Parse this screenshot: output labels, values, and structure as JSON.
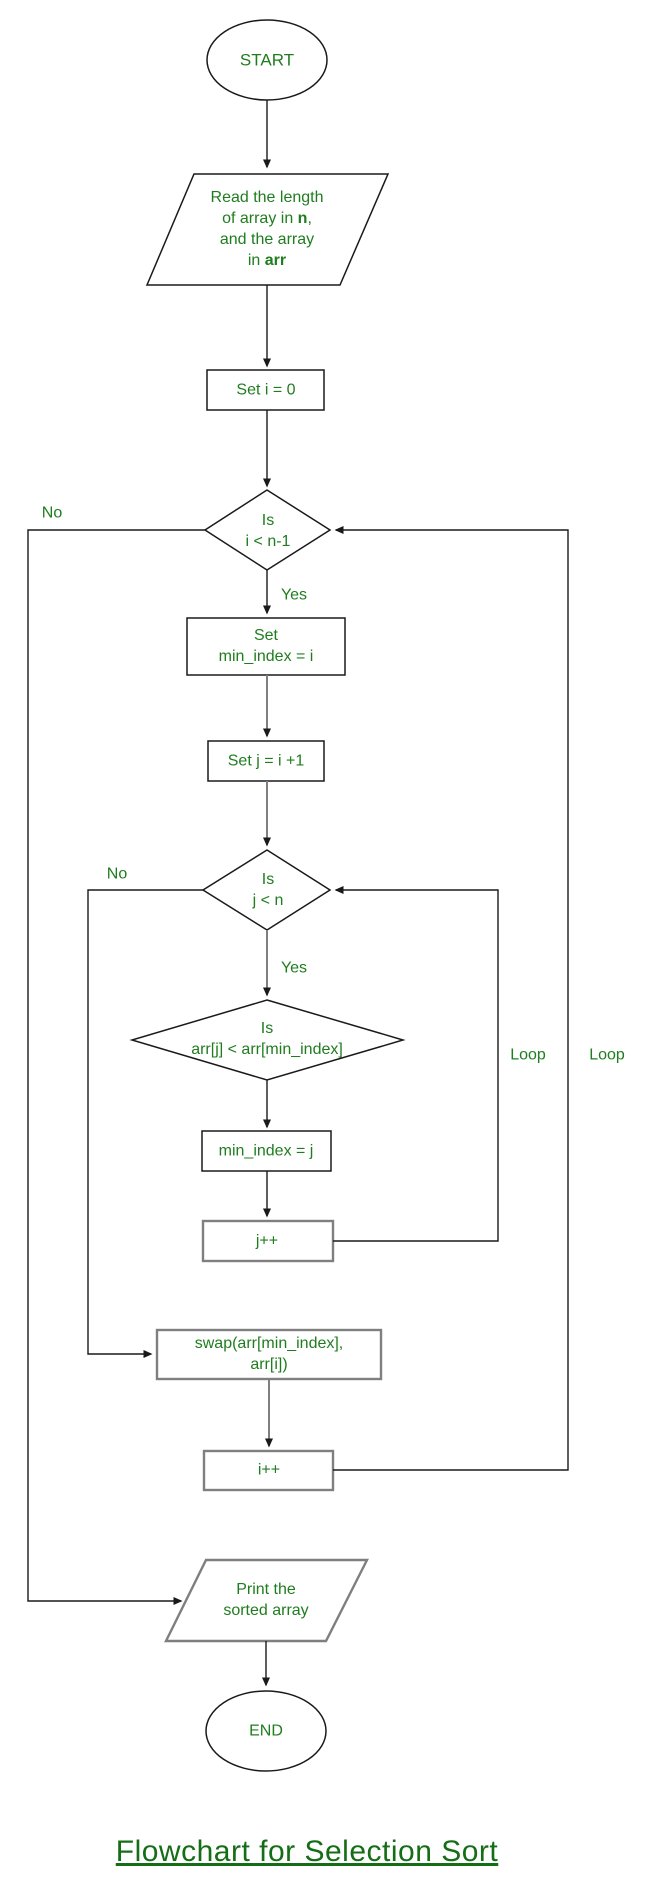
{
  "title": "Flowchart for Selection Sort",
  "colors": {
    "node_text_green": "#1f7d1f",
    "caption_green": "#156e15",
    "shape_stroke_dark": "#1a1a1a",
    "shape_stroke_gray": "#7f7f7f",
    "background": "#ffffff"
  },
  "nodes": {
    "start": {
      "label": "START"
    },
    "read": {
      "line1": "Read the length",
      "line2_pre": "of array in ",
      "line2_bold": "n",
      "line2_post": ",",
      "line3": "and the array",
      "line4_pre": "in ",
      "line4_bold": "arr"
    },
    "set_i": {
      "label": "Set i = 0"
    },
    "cond_outer": {
      "line1": "Is",
      "line2": "i < n-1"
    },
    "set_min_index": {
      "line1": "Set",
      "line2": "min_index = i"
    },
    "set_j": {
      "label": "Set j = i +1"
    },
    "cond_inner": {
      "line1": "Is",
      "line2": "j < n"
    },
    "cond_compare": {
      "line1": "Is",
      "line2": "arr[j] < arr[min_index]"
    },
    "assign_min_index": {
      "label": "min_index = j"
    },
    "inc_j": {
      "label": "j++"
    },
    "swap": {
      "line1": "swap(arr[min_index],",
      "line2": "arr[i])"
    },
    "inc_i": {
      "label": "i++"
    },
    "print": {
      "line1": "Print the",
      "line2": "sorted array"
    },
    "end": {
      "label": "END"
    }
  },
  "edge_labels": {
    "no_outer": "No",
    "yes_outer": "Yes",
    "no_inner": "No",
    "yes_inner": "Yes",
    "loop_inner": "Loop",
    "loop_outer": "Loop"
  }
}
